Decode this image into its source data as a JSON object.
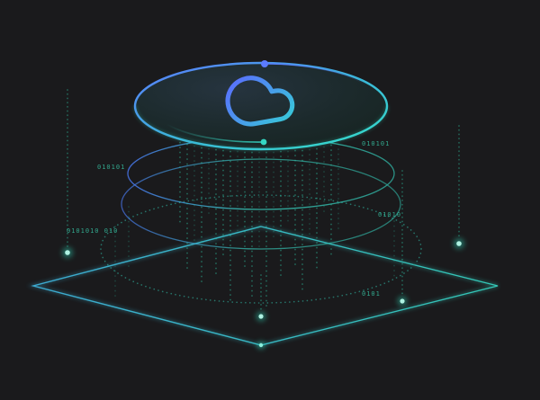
{
  "illustration": {
    "name": "cloud-data-platform",
    "background_color": "#1a1a1c",
    "accent_blue": "#5b7bff",
    "accent_cyan": "#3fb6e0",
    "accent_teal": "#35d6c3",
    "accent_green": "#2fbf9f",
    "disc_fill_dark": "#1c2a2c"
  },
  "icons": {
    "cloud": "cloud-icon"
  },
  "binary_labels": [
    {
      "text": "010101"
    },
    {
      "text": "0101010 010"
    },
    {
      "text": "010101"
    },
    {
      "text": "01010"
    },
    {
      "text": "0101"
    }
  ]
}
